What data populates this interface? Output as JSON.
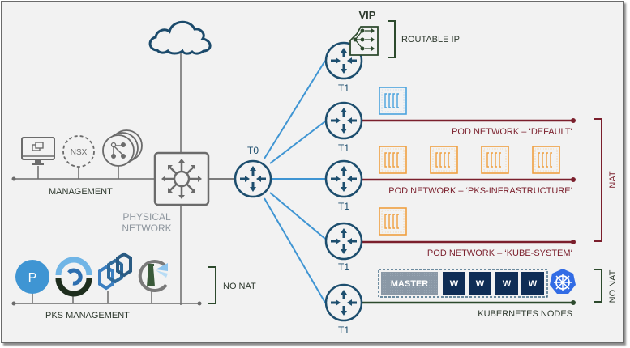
{
  "diagram": {
    "labels": {
      "vip": "VIP",
      "routable_ip": "ROUTABLE IP",
      "management": "MANAGEMENT",
      "physical_network_line1": "PHYSICAL",
      "physical_network_line2": "NETWORK",
      "nsx": "NSX",
      "t0": "T0",
      "t1": "T1",
      "pks_management": "PKS MANAGEMENT",
      "no_nat_left": "NO NAT",
      "nat": "NAT",
      "no_nat_right": "NO NAT",
      "pod_default": "POD NETWORK – ‘DEFAULT‘",
      "pod_pks_infra": "POD NETWORK – ‘PKS-INFRASTRUCTURE‘",
      "pod_kube_system": "POD NETWORK – ‘KUBE-SYSTEM‘",
      "kubernetes_nodes": "KUBERNETES NODES",
      "master": "MASTER",
      "worker": "W",
      "pks_logo_letter": "P"
    },
    "t1_routers": [
      {
        "label": "T1",
        "network": "vip"
      },
      {
        "label": "T1",
        "network": "pod-default"
      },
      {
        "label": "T1",
        "network": "pod-pks-infrastructure"
      },
      {
        "label": "T1",
        "network": "pod-kube-system"
      },
      {
        "label": "T1",
        "network": "kubernetes-nodes"
      }
    ],
    "pod_counts": {
      "default": 1,
      "pks_infrastructure": 4,
      "kube_system": 1
    },
    "workers": [
      "W",
      "W",
      "W",
      "W"
    ],
    "management_icons": [
      "vcenter-icon",
      "nsx-manager-icon",
      "ops-manager-icon"
    ],
    "pks_management_icons": [
      "pks-icon",
      "bosh-icon",
      "harbor-icon",
      "lighthouse-icon"
    ],
    "colors": {
      "navy": "#1d4e6e",
      "uplink_blue": "#3f95d3",
      "pod_line": "#7b1f2c",
      "nodes_line": "#2d4a2d",
      "pod_orange": "#f0a040",
      "pod_blue": "#4aa3de",
      "gray": "#6b6b6b",
      "worker_navy": "#0f2d55",
      "master_gray": "#8a98a6",
      "k8s_blue": "#326ce5"
    }
  }
}
